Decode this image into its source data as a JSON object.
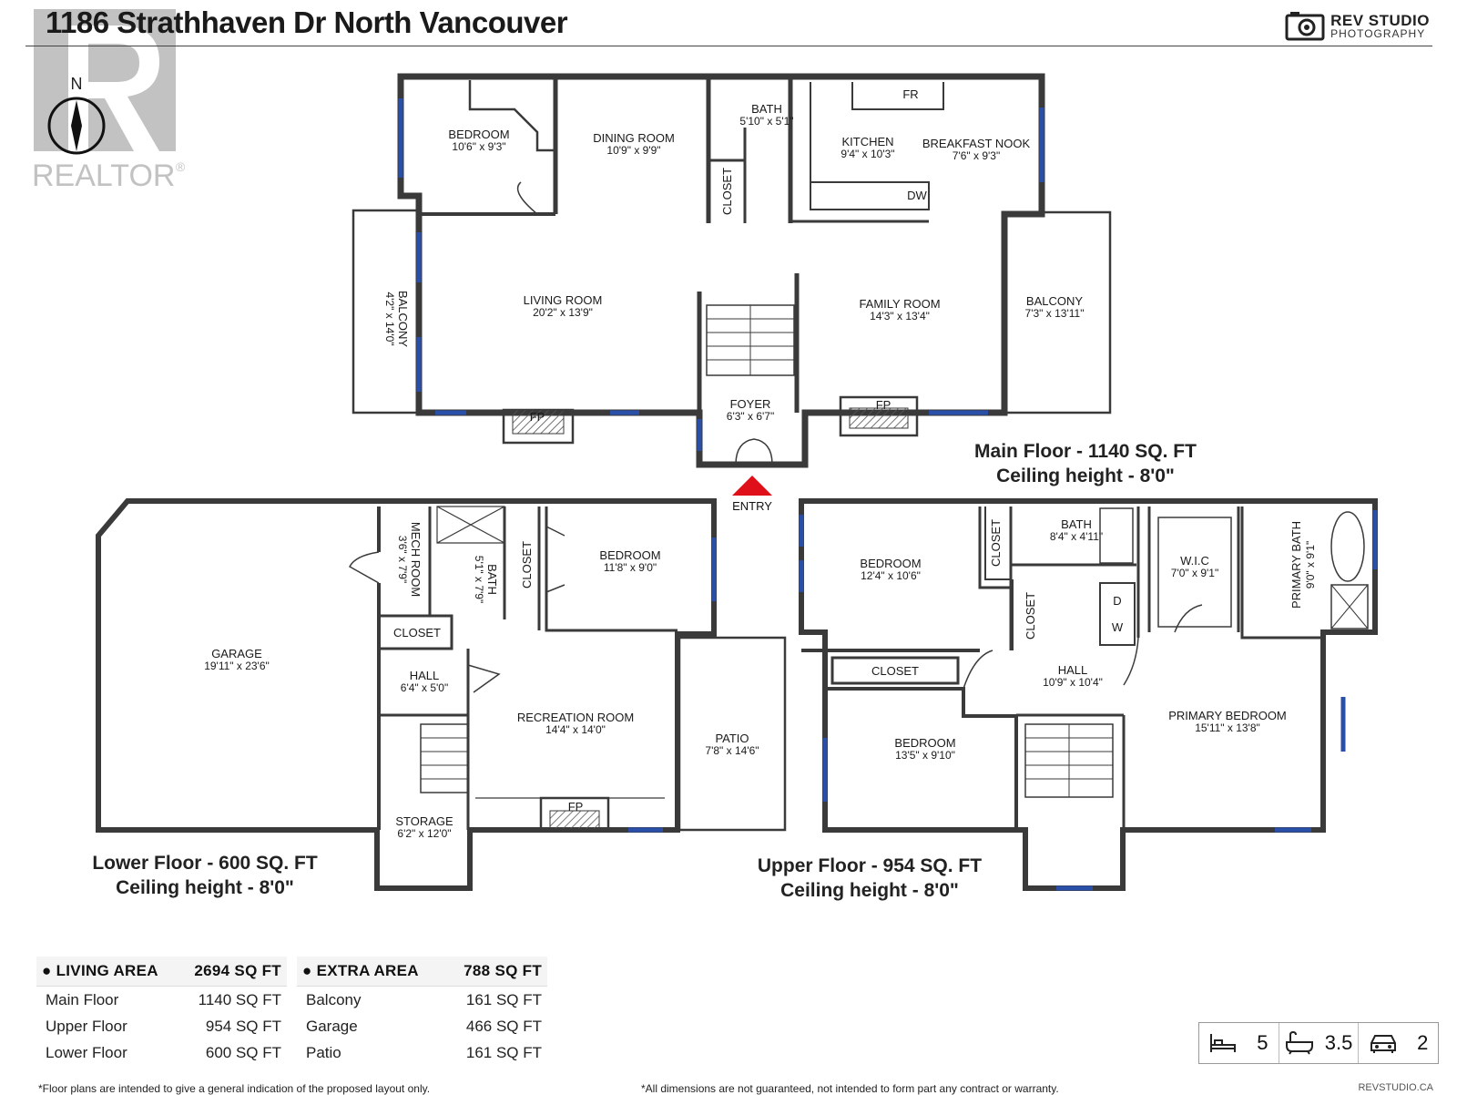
{
  "header": {
    "title": "1186 Strathhaven Dr North Vancouver",
    "studio_name": "REV STUDIO",
    "studio_sub": "PHOTOGRAPHY"
  },
  "watermark": {
    "text": "REALTOR",
    "registered": "®"
  },
  "compass": {
    "label": "N"
  },
  "entry_label": "ENTRY",
  "floors": {
    "main": {
      "title": "Main Floor - 1140 SQ. FT",
      "ceiling": "Ceiling height - 8'0\""
    },
    "lower": {
      "title": "Lower Floor - 600 SQ. FT",
      "ceiling": "Ceiling height - 8'0\""
    },
    "upper": {
      "title": "Upper Floor - 954 SQ. FT",
      "ceiling": "Ceiling height - 8'0\""
    }
  },
  "rooms": {
    "main": [
      {
        "name": "BEDROOM",
        "dim": "10'6\" x 9'3\""
      },
      {
        "name": "DINING ROOM",
        "dim": "10'9\" x 9'9\""
      },
      {
        "name": "BATH",
        "dim": "5'10\" x 5'1\""
      },
      {
        "name": "KITCHEN",
        "dim": "9'4\" x 10'3\""
      },
      {
        "name": "BREAKFAST NOOK",
        "dim": "7'6\" x 9'3\""
      },
      {
        "name": "LIVING ROOM",
        "dim": "20'2\" x 13'9\""
      },
      {
        "name": "FAMILY ROOM",
        "dim": "14'3\" x 13'4\""
      },
      {
        "name": "BALCONY",
        "dim": "7'3\" x 13'11\""
      },
      {
        "name": "BALCONY",
        "dim": "4'2\" x 14'0\""
      },
      {
        "name": "FOYER",
        "dim": "6'3\" x 6'7\""
      }
    ],
    "main_labels": {
      "closet": "CLOSET",
      "fr": "FR",
      "dw": "DW",
      "fp": "FP"
    },
    "lower": [
      {
        "name": "GARAGE",
        "dim": "19'11\" x 23'6\""
      },
      {
        "name": "MECH ROOM",
        "dim": "3'6\" x 7'9\""
      },
      {
        "name": "BATH",
        "dim": "5'1\" x 7'9\""
      },
      {
        "name": "BEDROOM",
        "dim": "11'8\" x 9'0\""
      },
      {
        "name": "HALL",
        "dim": "6'4\" x 5'0\""
      },
      {
        "name": "RECREATION ROOM",
        "dim": "14'4\" x 14'0\""
      },
      {
        "name": "PATIO",
        "dim": "7'8\" x 14'6\""
      },
      {
        "name": "STORAGE",
        "dim": "6'2\" x 12'0\""
      }
    ],
    "lower_labels": {
      "closet": "CLOSET",
      "fp": "FP"
    },
    "upper": [
      {
        "name": "BEDROOM",
        "dim": "12'4\" x 10'6\""
      },
      {
        "name": "BATH",
        "dim": "8'4\" x 4'11\""
      },
      {
        "name": "W.I.C",
        "dim": "7'0\" x 9'1\""
      },
      {
        "name": "PRIMARY BATH",
        "dim": "9'0\" x 9'1\""
      },
      {
        "name": "HALL",
        "dim": "10'9\" x 10'4\""
      },
      {
        "name": "BEDROOM",
        "dim": "13'5\" x 9'10\""
      },
      {
        "name": "PRIMARY BEDROOM",
        "dim": "15'11\" x 13'8\""
      }
    ],
    "upper_labels": {
      "closet": "CLOSET",
      "d": "D",
      "w": "W"
    }
  },
  "area_table": {
    "living": {
      "header": "LIVING AREA",
      "total": "2694 SQ FT",
      "rows": [
        {
          "label": "Main Floor",
          "value": "1140 SQ FT"
        },
        {
          "label": "Upper Floor",
          "value": "954 SQ FT"
        },
        {
          "label": "Lower Floor",
          "value": "600 SQ FT"
        }
      ]
    },
    "extra": {
      "header": "EXTRA AREA",
      "total": "788 SQ FT",
      "rows": [
        {
          "label": "Balcony",
          "value": "161 SQ FT"
        },
        {
          "label": "Garage",
          "value": "466 SQ FT"
        },
        {
          "label": "Patio",
          "value": "161 SQ FT"
        }
      ]
    }
  },
  "stats": {
    "bedrooms": "5",
    "bathrooms": "3.5",
    "parking": "2",
    "bed_icon": "bed-icon",
    "bath_icon": "bathtub-icon",
    "car_icon": "car-icon"
  },
  "footer": {
    "left": "*Floor plans are intended to give a general indication of the proposed layout only.",
    "right": "*All dimensions are not guaranteed, not intended to form part any contract or warranty.",
    "site": "REVSTUDIO.CA"
  },
  "colors": {
    "wall": "#3a3a3a",
    "window": "#2a4fa8",
    "entry_arrow": "#e0101a"
  }
}
